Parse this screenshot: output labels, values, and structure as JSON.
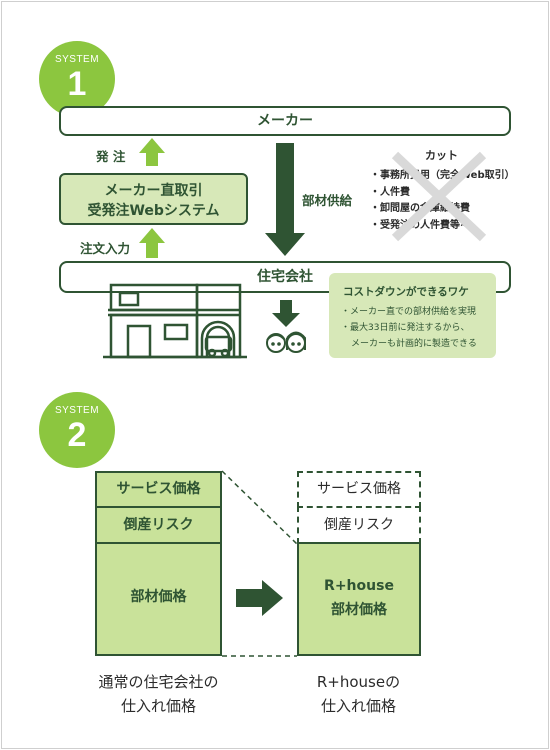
{
  "system1": {
    "badge_label": "SYSTEM",
    "badge_number": "1",
    "maker": "メーカー",
    "order_label": "発 注",
    "direct_box_line1": "メーカー直取引",
    "direct_box_line2": "受発注Webシステム",
    "order_input_label": "注文入力",
    "parts_supply_label": "部材供給",
    "housing_company": "住宅会社",
    "cut_title": "カット",
    "cut_items": [
      "・事務所費用（完全Web取引）",
      "・人件費",
      "・卸問屋の倉庫維持費",
      "・受発注の人件費等々"
    ],
    "tip_title": "コストダウンができるワケ",
    "tip_lines": [
      "・メーカー直での部材供給を実現",
      "・最大33日前に発注するから、",
      "メーカーも計画的に製造できる"
    ]
  },
  "system2": {
    "badge_label": "SYSTEM",
    "badge_number": "2",
    "left_blocks": [
      "サービス価格",
      "倒産リスク",
      "部材価格"
    ],
    "right_blocks_dashed": [
      "サービス価格",
      "倒産リスク"
    ],
    "right_main_line1": "R+house",
    "right_main_line2": "部材価格",
    "left_caption_line1": "通常の住宅会社の",
    "left_caption_line2": "仕入れ価格",
    "right_caption_line1": "R+houseの",
    "right_caption_line2": "仕入れ価格"
  },
  "colors": {
    "badge": "#8cc63f",
    "dark_green": "#2f5433",
    "light_green": "#d7e8b8",
    "block_green": "#c9e29a"
  }
}
